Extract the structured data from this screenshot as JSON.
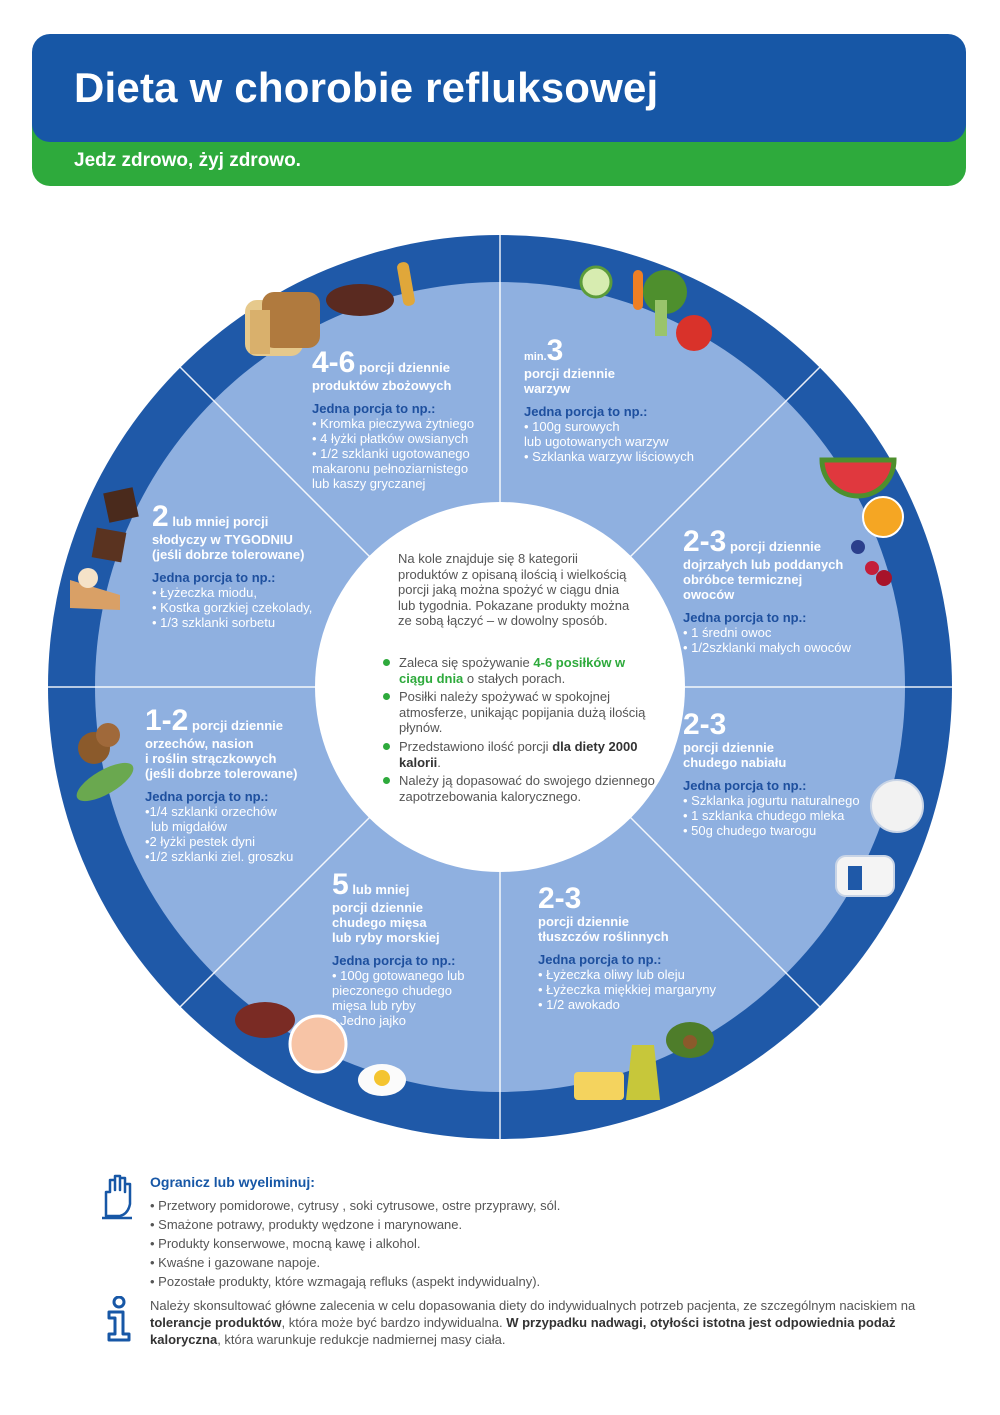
{
  "header": {
    "title": "Dieta w chorobie refluksowej",
    "subtitle": "Jedz zdrowo, żyj zdrowo."
  },
  "colors": {
    "header_blue": "#1757a6",
    "header_green": "#2eaa3c",
    "wheel_outer": "#1f59a8",
    "wheel_inner": "#8fb0e0",
    "accent_blue": "#1d4f9e",
    "accent_green": "#2eaa3c"
  },
  "segments": {
    "grains": {
      "big": "4-6",
      "head1": "porcji dziennie",
      "head2": "produktów zbożowych",
      "sub": "Jedna porcja to np.:",
      "items": [
        "• Kromka pieczywa żytniego",
        "• 4 łyżki płatków owsianych",
        "• 1/2 szklanki ugotowanego",
        "makaronu pełnoziarnistego",
        "lub kaszy gryczanej"
      ]
    },
    "vegetables": {
      "prefix": "min.",
      "big": "3",
      "head1": "porcji dziennie",
      "head2": "warzyw",
      "sub": "Jedna porcja to np.:",
      "items": [
        "• 100g surowych",
        "lub ugotowanych warzyw",
        "• Szklanka warzyw liściowych"
      ]
    },
    "fruits": {
      "big": "2-3",
      "head1": "porcji dziennie",
      "head2": "dojrzałych lub poddanych",
      "head3": "obróbce termicznej",
      "head4": "owoców",
      "sub": "Jedna porcja to np.:",
      "items": [
        "• 1 średni owoc",
        "• 1/2szklanki małych owoców"
      ]
    },
    "dairy": {
      "big": "2-3",
      "head1": "porcji dziennie",
      "head2": "chudego nabiału",
      "sub": "Jedna porcja to np.:",
      "items": [
        "• Szklanka jogurtu naturalnego",
        "• 1 szklanka chudego mleka",
        "• 50g chudego twarogu"
      ]
    },
    "fats": {
      "big": "2-3",
      "head1": "porcji dziennie",
      "head2": "tłuszczów roślinnych",
      "sub": "Jedna porcja to np.:",
      "items": [
        "• Łyżeczka oliwy lub oleju",
        "• Łyżeczka miękkiej margaryny",
        "• 1/2 awokado"
      ]
    },
    "meat": {
      "big": "5",
      "head1": "lub mniej",
      "head2": "porcji dziennie",
      "head3": "chudego mięsa",
      "head4": "lub ryby morskiej",
      "sub": "Jedna porcja to np.:",
      "items": [
        "• 100g gotowanego lub",
        "pieczonego chudego",
        "mięsa lub ryby",
        "• Jedno jajko"
      ]
    },
    "nuts": {
      "big": "1-2",
      "head1": "porcji dziennie",
      "head2": "orzechów, nasion",
      "head3": "i roślin strączkowych",
      "head4": "(jeśli dobrze tolerowane)",
      "sub": "Jedna porcja to np.:",
      "items": [
        "•1/4 szklanki orzechów",
        "lub migdałów",
        "•2 łyżki pestek dyni",
        "•1/2 szklanki ziel. groszku"
      ]
    },
    "sweets": {
      "big": "2",
      "head1": "lub mniej porcji",
      "head2": "słodyczy w TYGODNIU",
      "head3": "(jeśli dobrze tolerowane)",
      "sub": "Jedna porcja to np.:",
      "items": [
        "• Łyżeczka miodu,",
        "• Kostka gorzkiej czekolady,",
        "• 1/3 szklanki sorbetu"
      ]
    }
  },
  "center": {
    "intro": "Na kole znajduje się 8 kategorii produktów z opisaną ilością i wielkością porcji jaką można spożyć w ciągu dnia lub tygodnia. Pokazane produkty można ze sobą łączyć – w dowolny sposób.",
    "b1_pre": "Zaleca się spożywanie ",
    "b1_bold": "4-6 posiłków w ciągu dnia",
    "b1_post": " o stałych porach.",
    "b2": "Posiłki należy spożywać w spokojnej atmosferze, unikając popijania dużą ilością płynów.",
    "b3_pre": "Przedstawiono ilość porcji ",
    "b3_bold": "dla diety 2000 kalorii",
    "b3_post": ".",
    "b4": "Należy ją dopasować do swojego dziennego zapotrzebowania kalorycznego."
  },
  "bottom": {
    "limit_title": "Ogranicz lub wyeliminuj:",
    "limit_items": [
      "• Przetwory pomidorowe, cytrusy , soki cytrusowe, ostre przyprawy, sól.",
      "• Smażone potrawy, produkty wędzone i marynowane.",
      "• Produkty konserwowe, mocną kawę i alkohol.",
      "• Kwaśne i gazowane napoje.",
      "• Pozostałe produkty, które wzmagają refluks (aspekt indywidualny)."
    ],
    "info_1": "Należy skonsultować główne zalecenia w celu dopasowania diety do indywidualnych potrzeb pacjenta, ze szczególnym naciskiem na ",
    "info_bold1": "tolerancje produktów",
    "info_2": ", która może być bardzo indywidualna. ",
    "info_bold2": "W przypadku nadwagi, otyłości istotna jest odpowiednia podaż kaloryczna",
    "info_3": ", która warunkuje redukcje nadmiernej masy ciała."
  },
  "icons": [
    "hand-stop-icon",
    "info-icon",
    "bread-icon",
    "rice-icon",
    "pasta-icon",
    "cucumber-icon",
    "carrot-icon",
    "broccoli-icon",
    "tomato-icon",
    "watermelon-icon",
    "orange-icon",
    "blueberry-icon",
    "cherry-icon",
    "yogurt-icon",
    "milk-icon",
    "avocado-icon",
    "oil-bottle-icon",
    "butter-icon",
    "egg-icon",
    "salmon-icon",
    "steak-icon",
    "pea-pod-icon",
    "hazelnut-icon",
    "chocolate-icon",
    "cake-icon"
  ]
}
